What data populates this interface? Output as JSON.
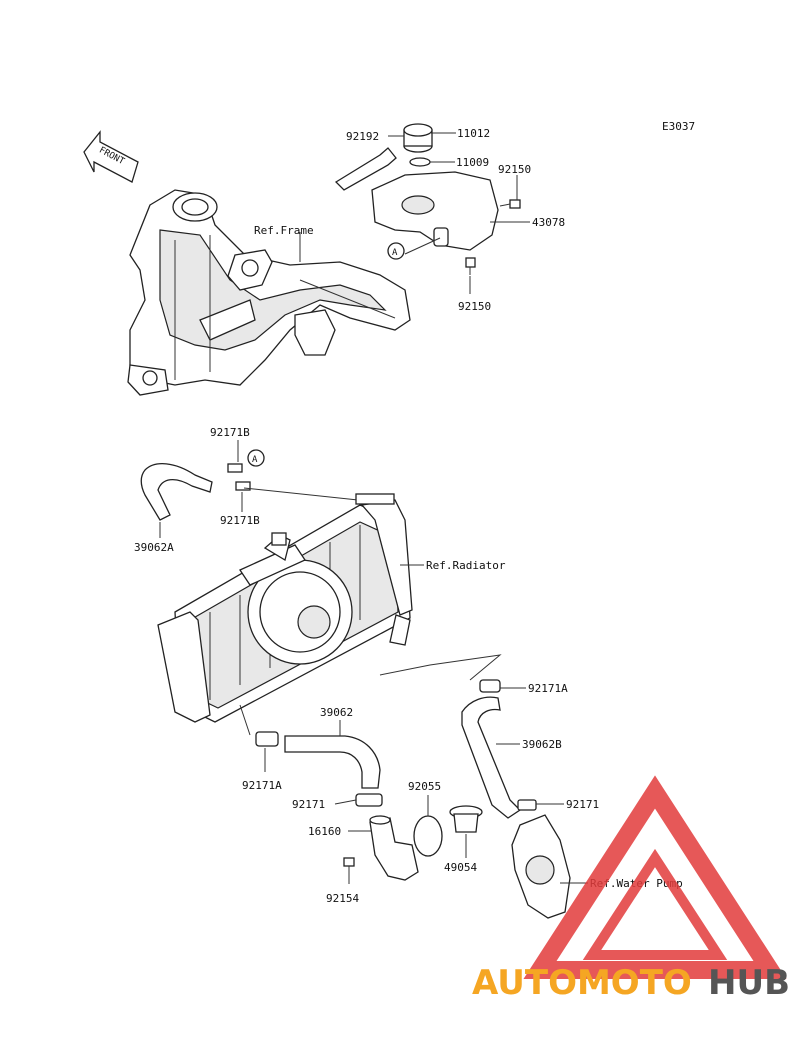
{
  "diagram_code": "E3037",
  "front_label": "FRONT",
  "callouts": {
    "c92192": "92192",
    "c11012": "11012",
    "c11009": "11009",
    "c92150a": "92150",
    "c43078": "43078",
    "c92150b": "92150",
    "refFrame": "Ref.Frame",
    "markerA1": "A",
    "c92171B_top": "92171B",
    "markerA2": "A",
    "c92171B_bot": "92171B",
    "c39062A": "39062A",
    "refRadiator": "Ref.Radiator",
    "c92171A_right": "92171A",
    "c39062": "39062",
    "c39062B": "39062B",
    "c92171A_left": "92171A",
    "c92055": "92055",
    "c92171_left": "92171",
    "c92171_right": "92171",
    "c16160": "16160",
    "c49054": "49054",
    "c92154": "92154",
    "refWaterPump": "Ref.Water Pump"
  },
  "watermark": {
    "part1": "AUTOMOTO",
    "part2": "HUB",
    "color1": "#f5a623",
    "color2": "#555555",
    "triangle_color": "#e23b3b"
  }
}
